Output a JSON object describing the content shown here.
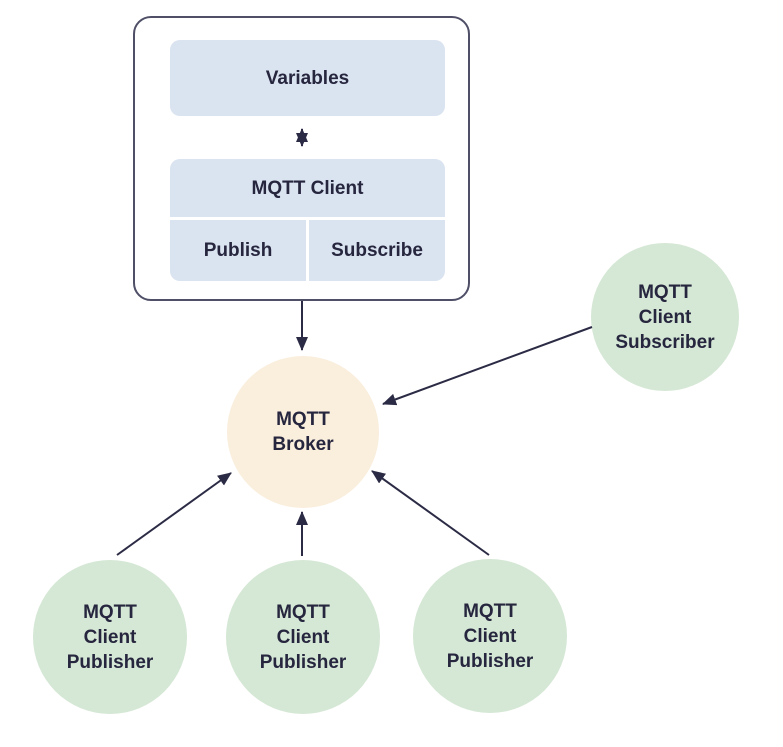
{
  "diagram": {
    "device_group": {
      "variables_label": "Variables",
      "mqtt_client_label": "MQTT Client",
      "publish_label": "Publish",
      "subscribe_label": "Subscribe"
    },
    "broker": {
      "label": "MQTT\nBroker"
    },
    "subscriber": {
      "label": "MQTT\nClient\nSubscriber"
    },
    "publishers": [
      {
        "label": "MQTT\nClient\nPublisher"
      },
      {
        "label": "MQTT\nClient\nPublisher"
      },
      {
        "label": "MQTT\nClient\nPublisher"
      }
    ],
    "edges": [
      {
        "from": "mqtt-client-device",
        "to": "mqtt-broker",
        "style": "arrow-to-broker"
      },
      {
        "from": "variables",
        "to": "mqtt-client-device",
        "style": "double-arrow"
      },
      {
        "from": "mqtt-client-subscriber",
        "to": "mqtt-broker",
        "style": "arrow-to-broker"
      },
      {
        "from": "mqtt-client-publisher-1",
        "to": "mqtt-broker",
        "style": "arrow-to-broker"
      },
      {
        "from": "mqtt-client-publisher-2",
        "to": "mqtt-broker",
        "style": "arrow-to-broker"
      },
      {
        "from": "mqtt-client-publisher-3",
        "to": "mqtt-broker",
        "style": "arrow-to-broker"
      }
    ],
    "colors": {
      "box_blue": "#dae3f0",
      "broker_peach": "#faeedd",
      "client_green": "#d5e7d5",
      "line_dark": "#2b2b45",
      "container_border": "#4f4f68",
      "text": "#26263e",
      "background": "#ffffff"
    }
  }
}
